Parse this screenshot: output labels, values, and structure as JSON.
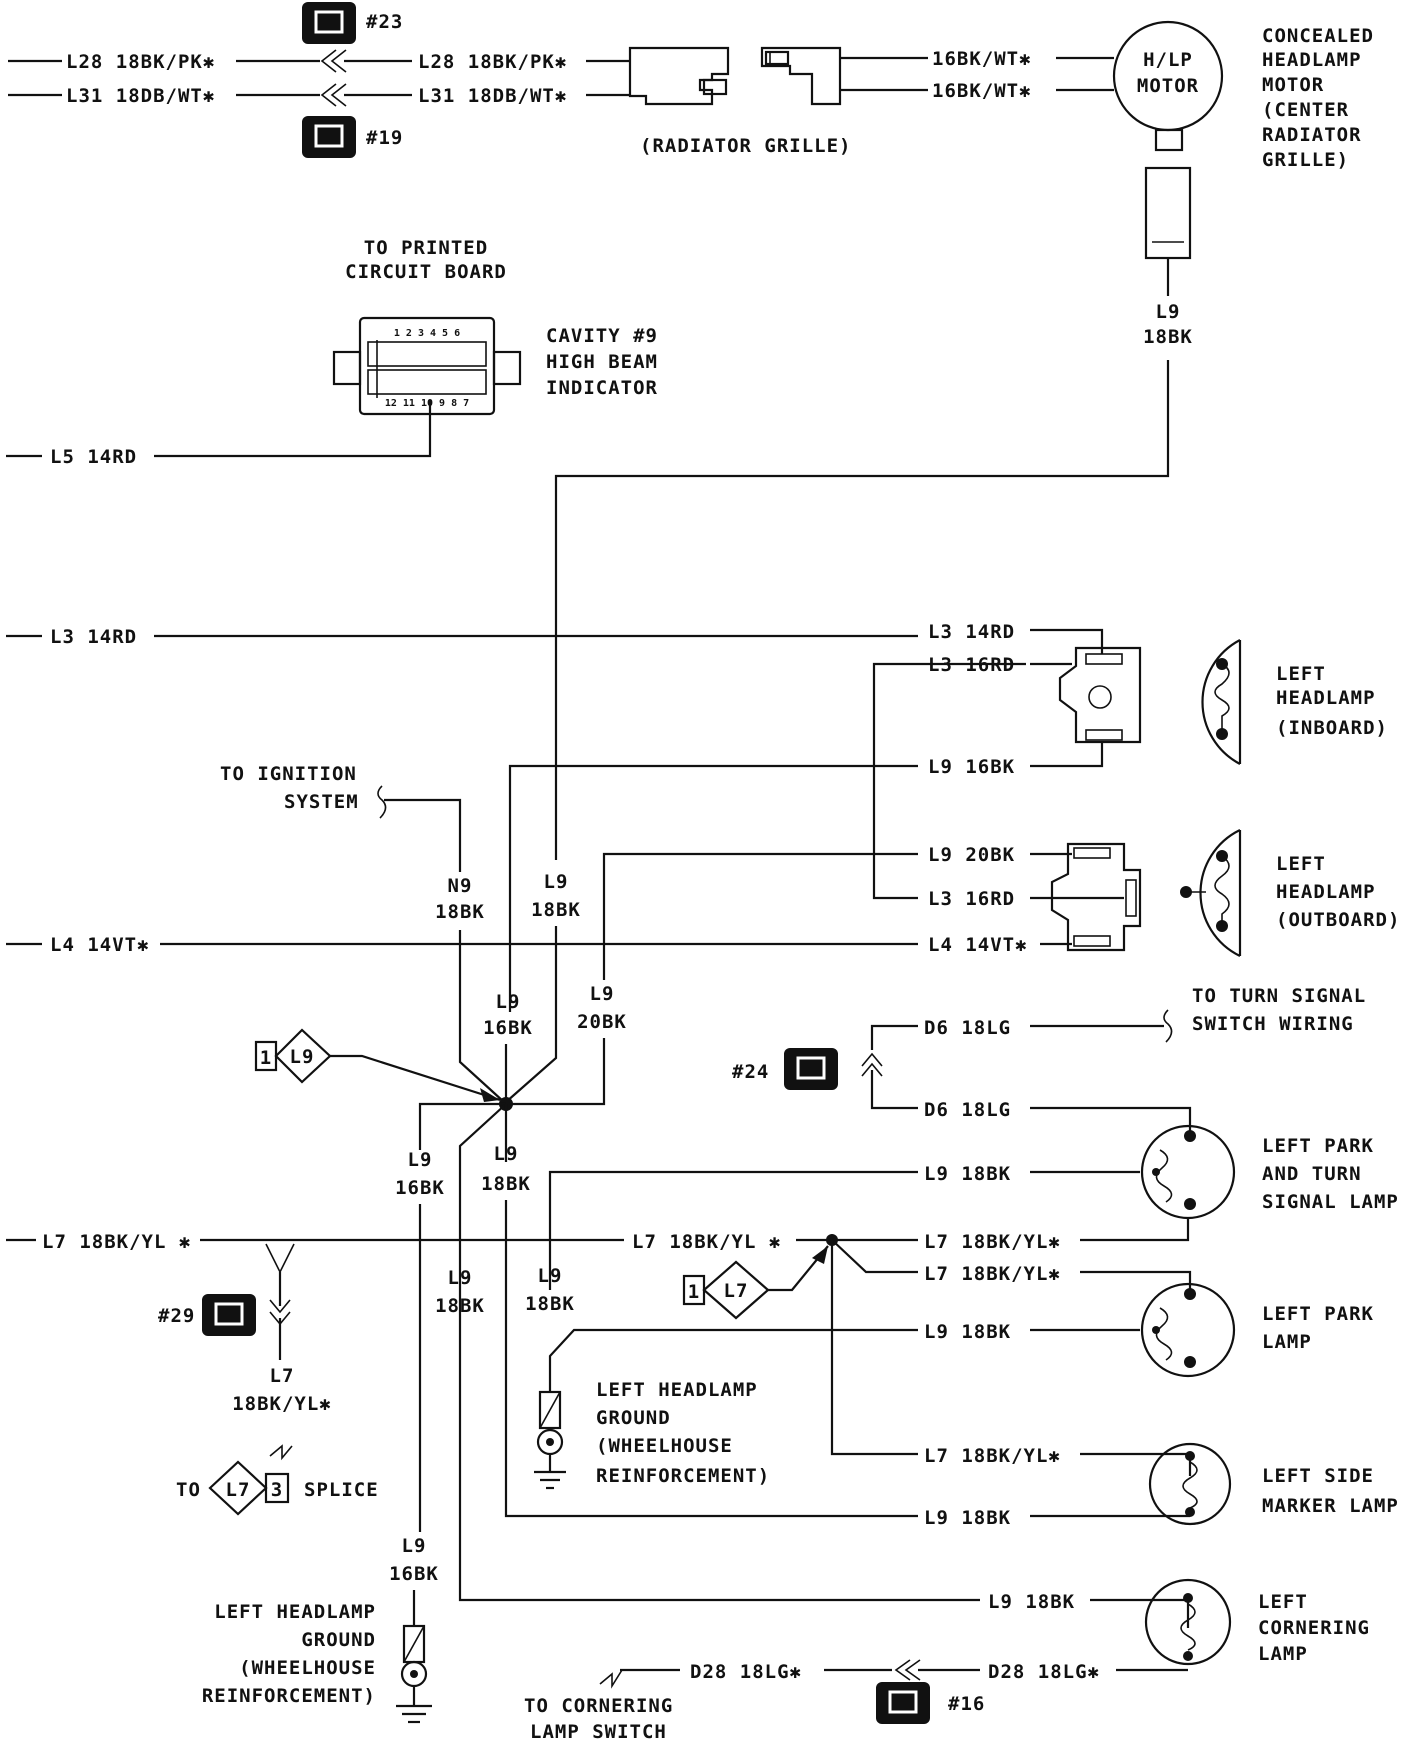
{
  "wires": {
    "l28_left": "L28 18BK/PK✱",
    "l28_right": "L28 18BK/PK✱",
    "l31_left": "L31 18DB/WT✱",
    "l31_right": "L31 18DB/WT✱",
    "motor_wire_1": "16BK/WT✱",
    "motor_wire_2": "16BK/WT✱",
    "l5": "L5 14RD",
    "l3_left": "L3 14RD",
    "l3_14rd": "L3 14RD",
    "l3_16rd_a": "L3 16RD",
    "l9_16bk_a": "L9 16BK",
    "l9_20bk": "L9 20BK",
    "l3_16rd_b": "L3 16RD",
    "l4_left": "L4 14VT✱",
    "l4_right": "L4 14VT✱",
    "d6_a": "D6 18LG",
    "d6_b": "D6 18LG",
    "l9_18bk_park": "L9 18BK",
    "l7_left": "L7 18BK/YL ✱",
    "l7_mid": "L7 18BK/YL ✱",
    "l7_r1": "L7 18BK/YL✱",
    "l7_r2": "L7 18BK/YL✱",
    "l9_18bk_parklamp": "L9 18BK",
    "l7_r3": "L7 18BK/YL✱",
    "l9_18bk_marker": "L9 18BK",
    "l9_18bk_corner": "L9 18BK",
    "d28_left": "D28 18LG✱",
    "d28_right": "D28 18LG✱"
  },
  "vertical_labels": {
    "motor_l9": [
      "L9",
      "18BK"
    ],
    "n9": [
      "N9",
      "18BK"
    ],
    "l9_18bk_up": [
      "L9",
      "18BK"
    ],
    "l9_16bk_mid": [
      "L9",
      "16BK"
    ],
    "l9_20bk_mid": [
      "L9",
      "20BK"
    ],
    "l9_16bk_low": [
      "L9",
      "16BK"
    ],
    "l9_18bk_low": [
      "L9",
      "18BK"
    ],
    "l9_18bk_col1": [
      "L9",
      "18BK"
    ],
    "l9_18bk_col2": [
      "L9",
      "18BK"
    ],
    "l7_down": [
      "L7",
      "18BK/YL✱"
    ],
    "l9_16bk_ground": [
      "L9",
      "16BK"
    ]
  },
  "components": {
    "motor_label": [
      "H/LP",
      "MOTOR"
    ],
    "motor_caption": [
      "CONCEALED",
      "HEADLAMP",
      "MOTOR",
      "(CENTER",
      "RADIATOR",
      "GRILLE)"
    ],
    "radiator_grille": "(RADIATOR GRILLE)",
    "pcb_caption": [
      "TO PRINTED",
      "CIRCUIT BOARD"
    ],
    "cavity": [
      "CAVITY #9",
      "HIGH BEAM",
      "INDICATOR"
    ],
    "pcb_top_pins": "1 2 3 4 5 6",
    "pcb_bottom_pins": "12 11 10 9 8 7",
    "left_headlamp_inboard": [
      "LEFT",
      "HEADLAMP",
      "(INBOARD)"
    ],
    "left_headlamp_outboard": [
      "LEFT",
      "HEADLAMP",
      "(OUTBOARD)"
    ],
    "ignition": [
      "TO IGNITION",
      "SYSTEM"
    ],
    "turn_signal": [
      "TO TURN SIGNAL",
      "SWITCH WIRING"
    ],
    "left_park_turn": [
      "LEFT PARK",
      "AND TURN",
      "SIGNAL LAMP"
    ],
    "left_park": [
      "LEFT PARK",
      "LAMP"
    ],
    "left_side_marker": [
      "LEFT SIDE",
      "MARKER LAMP"
    ],
    "left_cornering": [
      "LEFT",
      "CORNERING",
      "LAMP"
    ],
    "ground_1": [
      "LEFT HEADLAMP",
      "GROUND",
      "(WHEELHOUSE",
      "REINFORCEMENT)"
    ],
    "ground_2": [
      "LEFT HEADLAMP",
      "GROUND",
      "(WHEELHOUSE",
      "REINFORCEMENT)"
    ],
    "splice_to": "TO",
    "splice_word": "SPLICE",
    "splice_l7": "L7",
    "splice_3": "3",
    "cornering_switch": [
      "TO CORNERING",
      "LAMP SWITCH"
    ],
    "diamond_l9_num": "1",
    "diamond_l9_name": "L9",
    "diamond_l7_num": "1",
    "diamond_l7_name": "L7"
  },
  "connectors": {
    "c23": "#23",
    "c19": "#19",
    "c24": "#24",
    "c29": "#29",
    "c16": "#16"
  }
}
